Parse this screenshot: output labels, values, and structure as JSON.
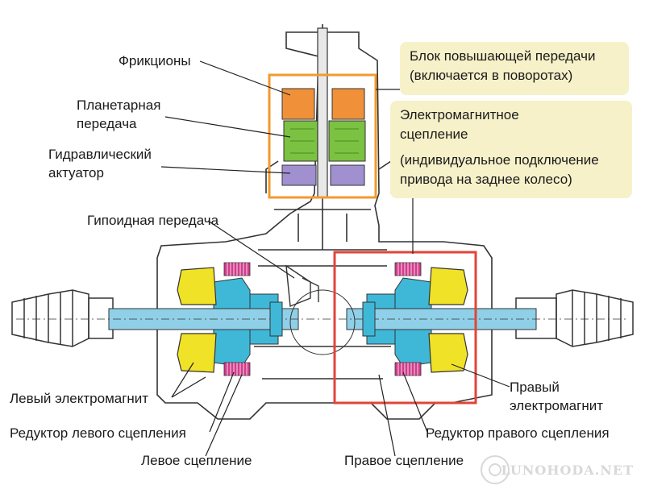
{
  "labels": {
    "frictions": "Фрикционы",
    "planetary_line1": "Планетарная",
    "planetary_line2": "передача",
    "hydraulic_line1": "Гидравлический",
    "hydraulic_line2": "актуатор",
    "hypoid": "Гипоидная передача",
    "left_magnet": "Левый электромагнит",
    "left_clutch_reducer": "Редуктор левого сцепления",
    "left_clutch": "Левое сцепление",
    "right_clutch": "Правое сцепление",
    "right_magnet_line1": "Правый",
    "right_magnet_line2": "электромагнит",
    "right_clutch_reducer": "Редуктор правого сцепления"
  },
  "callouts": {
    "booster_line1": "Блок повышающей передачи",
    "booster_line2": "(включается в поворотах)",
    "em_line1": "Электромагнитное",
    "em_line2": "сцепление",
    "em_line3": "(индивидуальное подключение",
    "em_line4": "привода на заднее колесо)"
  },
  "watermark": "LUNOHODA.NET",
  "colors": {
    "orange_frame": "#f29a2e",
    "red_frame": "#e0453a",
    "callout_bg": "#f6f1c9",
    "shaft_blue": "#8fd0e8",
    "cyan_parts": "#3fb8d8",
    "magnet_yellow": "#f0e227",
    "clutch_pink": "#d23c8c",
    "planetary_green": "#7cc242",
    "friction_orange": "#f0913a",
    "actuator_purple": "#a090d0",
    "outline": "#333333"
  }
}
